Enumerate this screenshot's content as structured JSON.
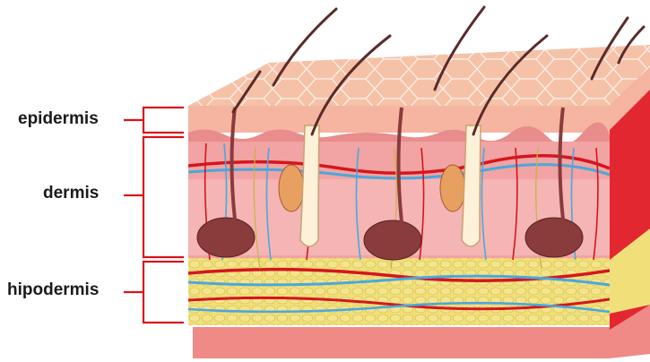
{
  "labels": {
    "epidermis": "epidermis",
    "dermis": "dermis",
    "hypodermis": "hipodermis"
  },
  "colors": {
    "bracket": "#d9141b",
    "epidermis_surface": "#f5c2a8",
    "epidermis_cell_lines": "#ffffff",
    "dermis": "#f2a3a3",
    "dermis_light": "#f7c4c4",
    "hypodermis_fat": "#f1e07a",
    "muscle": "#e32730",
    "bottom_layer": "#f08a86",
    "hair": "#5a2b2b",
    "follicle_sheath": "#fdf2d8",
    "sebaceous_gland": "#e8a060",
    "sweat_gland": "#8a3b3b",
    "artery": "#d4161e",
    "vein": "#4aa8dd",
    "nerve": "#c8b34a"
  },
  "icons": {
    "hair": "hair-icon",
    "sweat_gland": "sweat-gland-icon",
    "sebaceous_gland": "sebaceous-gland-icon"
  }
}
